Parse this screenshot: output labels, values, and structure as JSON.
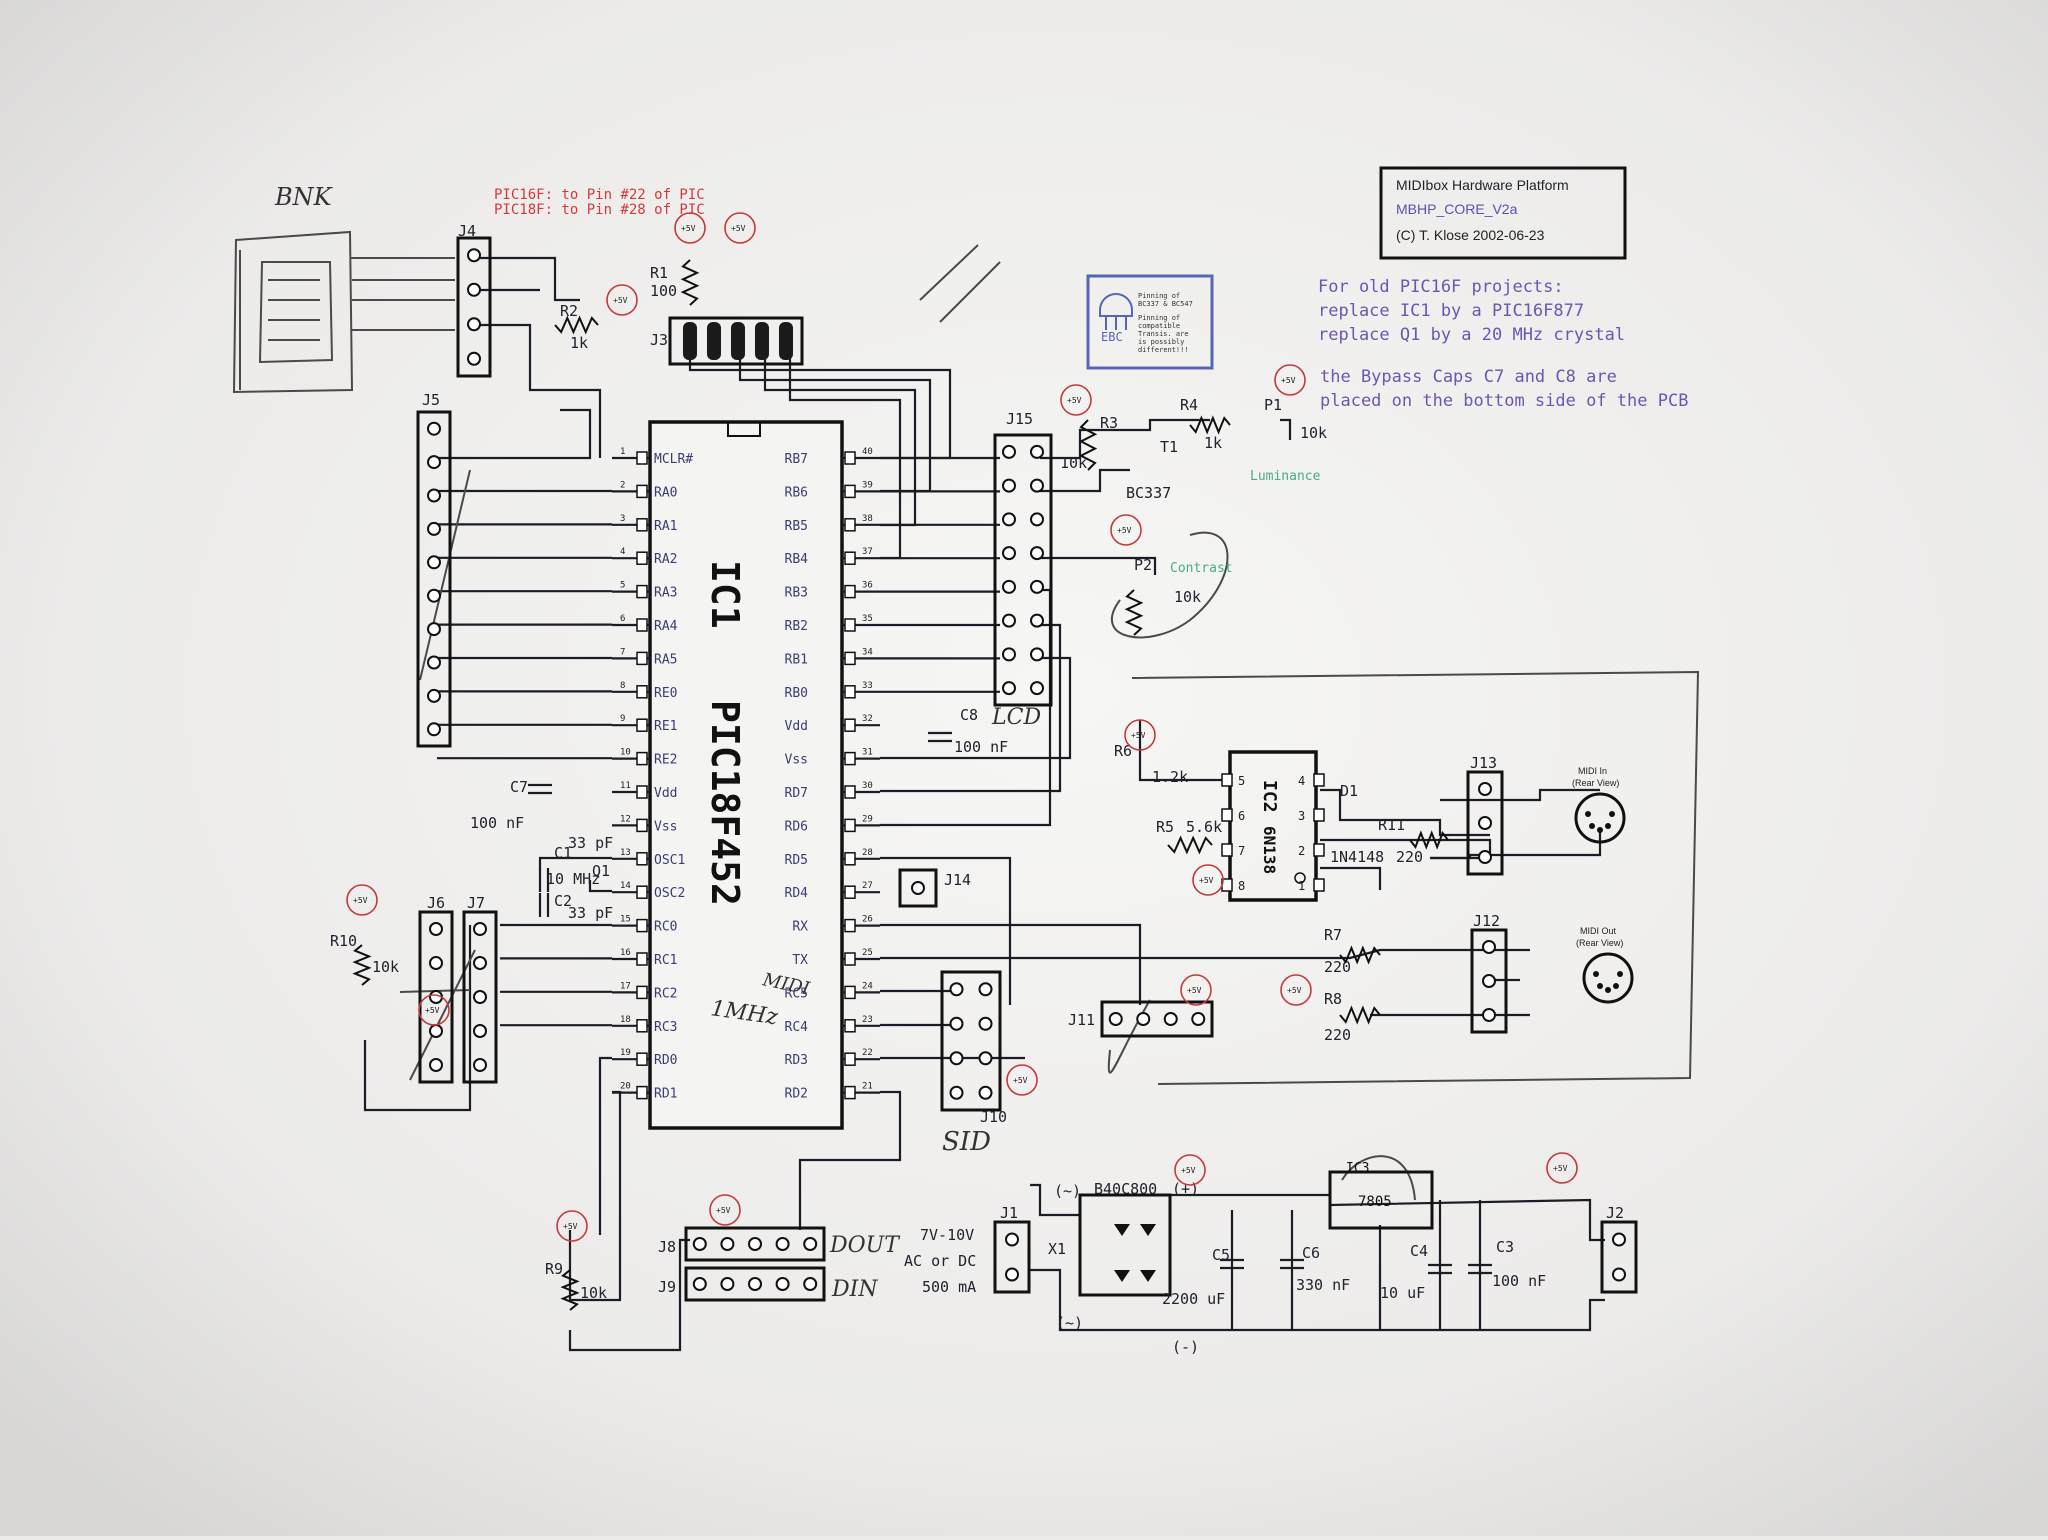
{
  "title_block": {
    "line1": "MIDIbox Hardware Platform",
    "line2": "MBHP_CORE_V2a",
    "line3": "(C) T. Klose 2002-06-23"
  },
  "notes": {
    "old_projects": [
      "For old PIC16F projects:",
      "replace IC1 by a PIC16F877",
      "replace Q1 by a 20 MHz crystal"
    ],
    "bypass": [
      "the Bypass Caps C7 and C8 are",
      "placed on the bottom side of the PCB"
    ]
  },
  "red_note": [
    "PIC16F: to Pin #22 of PIC",
    "PIC18F: to Pin #28 of PIC"
  ],
  "pinout_note": {
    "tag": "EBC",
    "l1": "Pinning of",
    "l2": "BC337 & BC547",
    "l3": "Pinning of",
    "l4": "compatible",
    "l5": "Transis. are",
    "l6": "is possibly",
    "l7": "different!!!"
  },
  "ic1": {
    "name": "IC1",
    "part": "PIC18F452",
    "left": [
      [
        "1",
        "MCLR#"
      ],
      [
        "2",
        "RA0"
      ],
      [
        "3",
        "RA1"
      ],
      [
        "4",
        "RA2"
      ],
      [
        "5",
        "RA3"
      ],
      [
        "6",
        "RA4"
      ],
      [
        "7",
        "RA5"
      ],
      [
        "8",
        "RE0"
      ],
      [
        "9",
        "RE1"
      ],
      [
        "10",
        "RE2"
      ],
      [
        "11",
        "Vdd"
      ],
      [
        "12",
        "Vss"
      ],
      [
        "13",
        "OSC1"
      ],
      [
        "14",
        "OSC2"
      ],
      [
        "15",
        "RC0"
      ],
      [
        "16",
        "RC1"
      ],
      [
        "17",
        "RC2"
      ],
      [
        "18",
        "RC3"
      ],
      [
        "19",
        "RD0"
      ],
      [
        "20",
        "RD1"
      ]
    ],
    "right": [
      [
        "40",
        "RB7"
      ],
      [
        "39",
        "RB6"
      ],
      [
        "38",
        "RB5"
      ],
      [
        "37",
        "RB4"
      ],
      [
        "36",
        "RB3"
      ],
      [
        "35",
        "RB2"
      ],
      [
        "34",
        "RB1"
      ],
      [
        "33",
        "RB0"
      ],
      [
        "32",
        "Vdd"
      ],
      [
        "31",
        "Vss"
      ],
      [
        "30",
        "RD7"
      ],
      [
        "29",
        "RD6"
      ],
      [
        "28",
        "RD5"
      ],
      [
        "27",
        "RD4"
      ],
      [
        "26",
        "RX"
      ],
      [
        "25",
        "TX"
      ],
      [
        "24",
        "RC5"
      ],
      [
        "23",
        "RC4"
      ],
      [
        "22",
        "RD3"
      ],
      [
        "21",
        "RD2"
      ]
    ]
  },
  "ic2": {
    "name": "IC2",
    "part": "6N138",
    "pins_left": [
      "5",
      "6",
      "7",
      "8"
    ],
    "pins_right": [
      "4",
      "3",
      "2",
      "1"
    ]
  },
  "ic3": {
    "name": "IC3",
    "part": "7805"
  },
  "connectors": {
    "j1": "J1",
    "j2": "J2",
    "j3": "J3",
    "j4": "J4",
    "j5": "J5",
    "j6": "J6",
    "j7": "J7",
    "j8": "J8",
    "j9": "J9",
    "j10": "J10",
    "j11": "J11",
    "j12": "J12",
    "j13": "J13",
    "j14": "J14",
    "j15": "J15"
  },
  "components": {
    "r1": [
      "R1",
      "100"
    ],
    "r2": [
      "R2",
      "1k"
    ],
    "r3": [
      "R3",
      "10k"
    ],
    "r4": [
      "R4",
      "1k"
    ],
    "r5": [
      "R5",
      "5.6k"
    ],
    "r6": [
      "R6",
      "1.2k"
    ],
    "r7": [
      "R7",
      "220"
    ],
    "r8": [
      "R8",
      "220"
    ],
    "r9": [
      "R9",
      "10k"
    ],
    "r10": [
      "R10",
      "10k"
    ],
    "r11": [
      "R11",
      "220"
    ],
    "p1": [
      "P1",
      "10k",
      "Luminance"
    ],
    "p2": [
      "P2",
      "10k",
      "Contrast"
    ],
    "t1": [
      "T1",
      "BC337"
    ],
    "d1": [
      "D1",
      "1N4148"
    ],
    "c1": [
      "C1",
      "33 pF"
    ],
    "c2": [
      "C2",
      "33 pF"
    ],
    "q1": [
      "Q1",
      "10 MHz"
    ],
    "c3": [
      "C3",
      "100 nF"
    ],
    "c4": [
      "C4",
      "10 uF"
    ],
    "c5": [
      "C5",
      "2200 uF"
    ],
    "c6": [
      "C6",
      "330 nF"
    ],
    "c7": [
      "C7",
      "100 nF"
    ],
    "c8": [
      "C8",
      "100 nF"
    ],
    "x1": [
      "X1",
      "B40C800"
    ]
  },
  "power": {
    "input": [
      "7V-10V",
      "AC or DC",
      "500 mA"
    ],
    "plus5": "+5V",
    "pol_minus": "(-)",
    "pol_plus": "(+)",
    "pol_ac": "(~)"
  },
  "midi": {
    "in": [
      "MIDI In",
      "(Rear View)"
    ],
    "out": [
      "MIDI Out",
      "(Rear View)"
    ]
  },
  "handwritten": {
    "bnk": "BNK",
    "lcd": "LCD",
    "sid": "SID",
    "dout": "DOUT",
    "din": "DIN",
    "midi": "MIDI",
    "mhz": "1MHz"
  }
}
